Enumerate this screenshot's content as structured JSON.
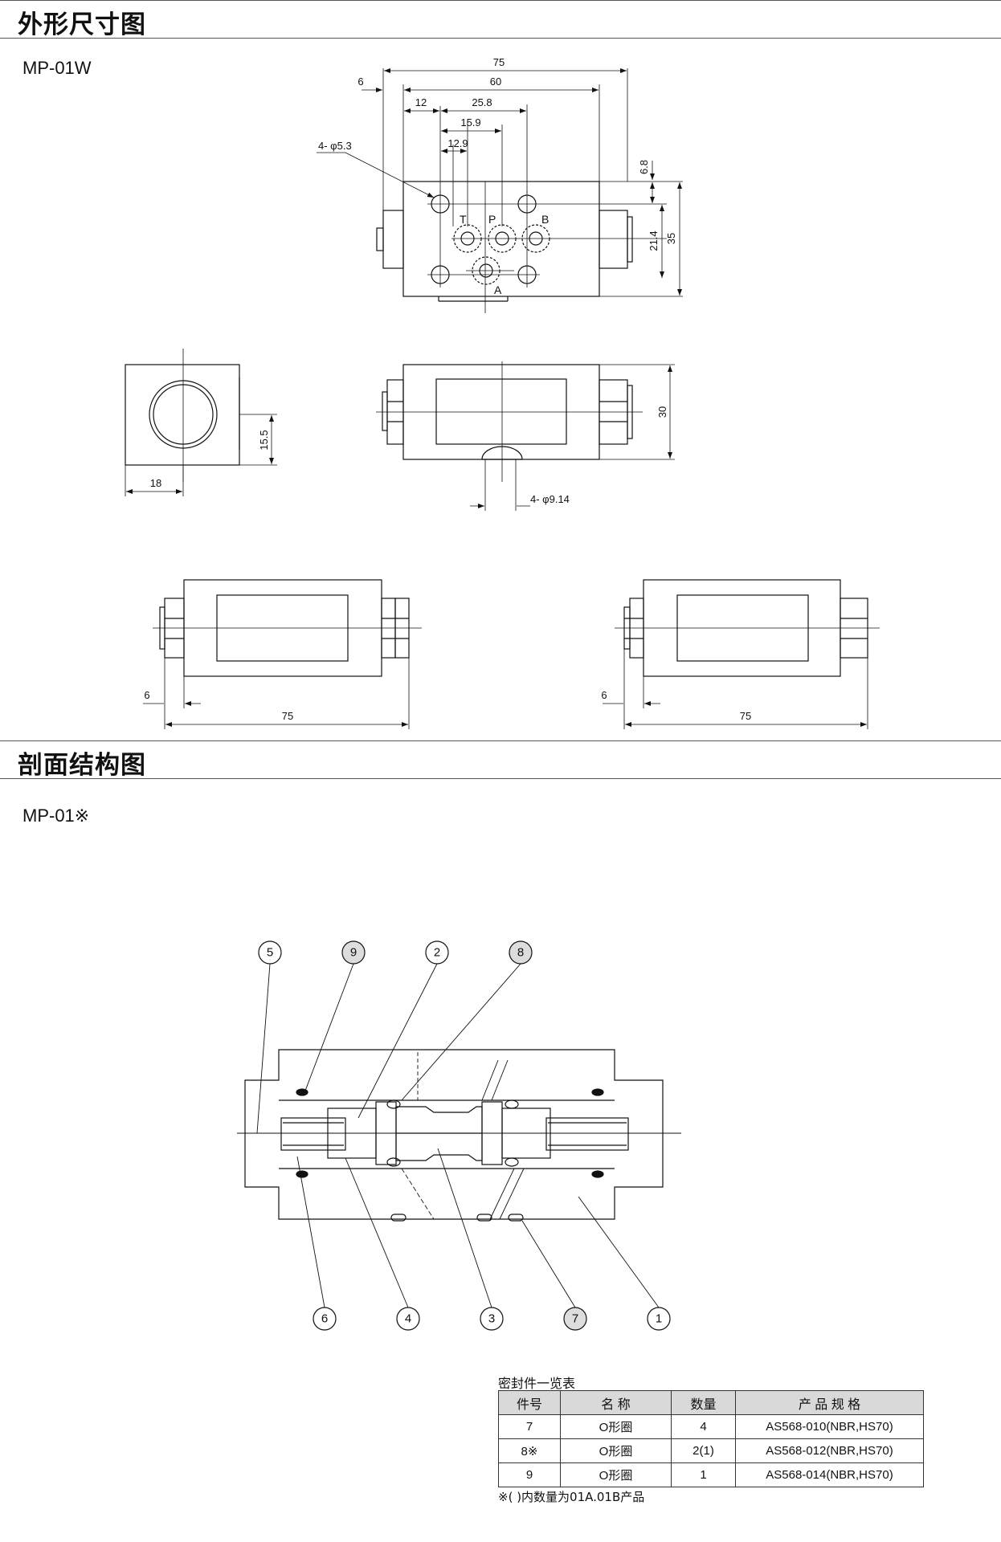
{
  "sections": {
    "outline_title": "外形尺寸图",
    "outline_model": "MP-01W",
    "section_title": "剖面结构图",
    "section_model": "MP-01※"
  },
  "top_view": {
    "dims": {
      "d75": "75",
      "d60": "60",
      "d6": "6",
      "d12": "12",
      "d25_8": "25.8",
      "d15_9": "15.9",
      "d12_9": "12.9",
      "holes": "4- φ5.3",
      "d6_8": "6.8",
      "d21_4": "21.4",
      "d35": "35"
    },
    "ports": {
      "T": "T",
      "P": "P",
      "B": "B",
      "A": "A"
    }
  },
  "side_view": {
    "d15_5": "15.5",
    "d18": "18"
  },
  "front_view": {
    "d30": "30",
    "holes": "4- φ9.14"
  },
  "bottom_views": {
    "d6": "6",
    "d75": "75"
  },
  "callouts": [
    "1",
    "2",
    "3",
    "4",
    "5",
    "6",
    "7",
    "8",
    "9"
  ],
  "seal_table": {
    "caption": "密封件一览表",
    "headers": [
      "件号",
      "名 称",
      "数量",
      "产 品 规 格"
    ],
    "rows": [
      [
        "7",
        "O形圈",
        "4",
        "AS568-010(NBR,HS70)"
      ],
      [
        "8※",
        "O形圈",
        "2(1)",
        "AS568-012(NBR,HS70)"
      ],
      [
        "9",
        "O形圈",
        "1",
        "AS568-014(NBR,HS70)"
      ]
    ],
    "note": "※( )内数量为01A.01B产品"
  }
}
